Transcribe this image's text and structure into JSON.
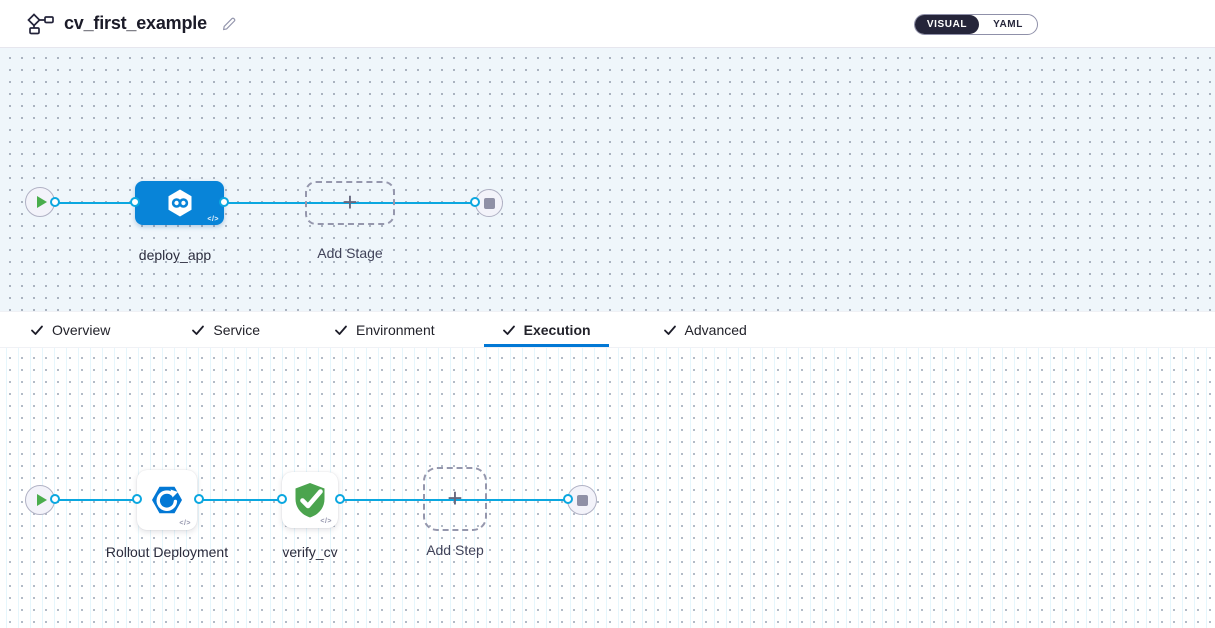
{
  "header": {
    "title": "cv_first_example",
    "icons": {
      "pipeline": "flowchart-pipeline-icon",
      "edit": "pencil-edit-icon"
    },
    "toggle": {
      "visual": "VISUAL",
      "yaml": "YAML",
      "selected": "VISUAL"
    }
  },
  "tabs": [
    {
      "label": "Overview",
      "checked": true,
      "active": false
    },
    {
      "label": "Service",
      "checked": true,
      "active": false
    },
    {
      "label": "Environment",
      "checked": true,
      "active": false
    },
    {
      "label": "Execution",
      "checked": true,
      "active": true
    },
    {
      "label": "Advanced",
      "checked": true,
      "active": false
    }
  ],
  "stage_canvas": {
    "start_node": {
      "icon": "play-icon"
    },
    "stage_node": {
      "label": "deploy_app",
      "icon": "cd-hexagon-infinity-icon",
      "code_badge": "</>"
    },
    "add_stage": {
      "label": "Add Stage",
      "plus": "+",
      "icon": "plus-icon"
    },
    "end_node": {
      "icon": "stop-icon"
    }
  },
  "execution_canvas": {
    "start_node": {
      "icon": "play-icon"
    },
    "steps": [
      {
        "label": "Rollout Deployment",
        "icon": "rollout-hexagon-arrow-icon",
        "code_badge": "</>"
      },
      {
        "label": "verify_cv",
        "icon": "shield-check-icon",
        "code_badge": "</>"
      }
    ],
    "add_step": {
      "label": "Add Step",
      "plus": "+",
      "icon": "plus-icon"
    },
    "end_node": {
      "icon": "stop-icon"
    }
  },
  "colors": {
    "accent_blue": "#0278d5",
    "connector_blue": "#0ba7e0",
    "stage_node_blue": "#0884d8",
    "play_green": "#4aad4d",
    "shield_green": "#4ba44e",
    "toggle_dark": "#25253a",
    "canvas_tint": "#eff6fb"
  }
}
